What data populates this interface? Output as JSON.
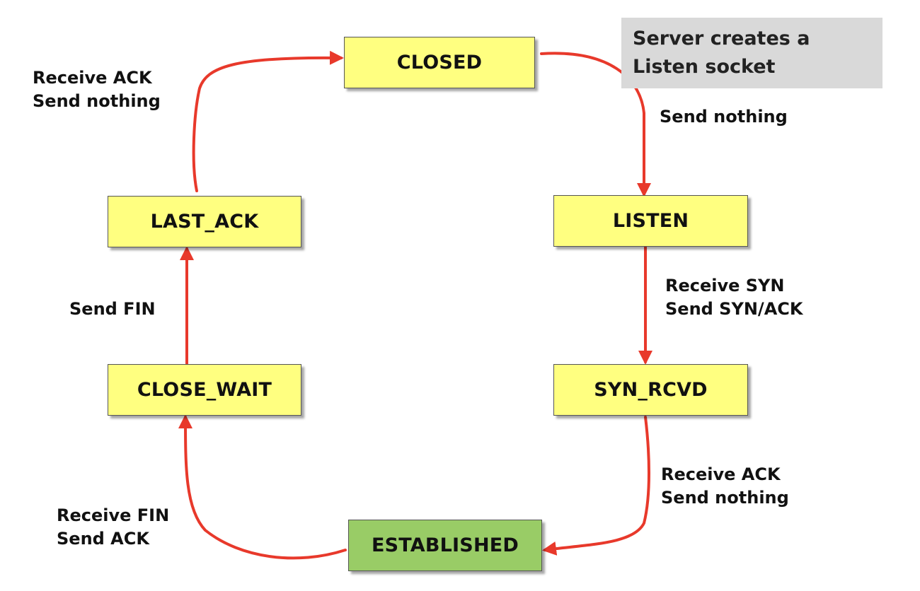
{
  "colors": {
    "state_fill": "#ffff80",
    "established_fill": "#99cc66",
    "arrow": "#e8392b",
    "note_fill": "#d9d9d9"
  },
  "note": {
    "line1": "Server creates a",
    "line2": "Listen socket"
  },
  "states": {
    "closed": "CLOSED",
    "listen": "LISTEN",
    "syn_rcvd": "SYN_RCVD",
    "established": "ESTABLISHED",
    "close_wait": "CLOSE_WAIT",
    "last_ack": "LAST_ACK"
  },
  "transitions": {
    "closed_to_listen": {
      "line1": "Send nothing"
    },
    "listen_to_syn_rcvd": {
      "line1": "Receive SYN",
      "line2": "Send SYN/ACK"
    },
    "syn_rcvd_to_established": {
      "line1": "Receive ACK",
      "line2": "Send nothing"
    },
    "established_to_close_wait": {
      "line1": "Receive FIN",
      "line2": "Send ACK"
    },
    "close_wait_to_last_ack": {
      "line1": "Send FIN"
    },
    "last_ack_to_closed": {
      "line1": "Receive ACK",
      "line2": "Send nothing"
    }
  }
}
